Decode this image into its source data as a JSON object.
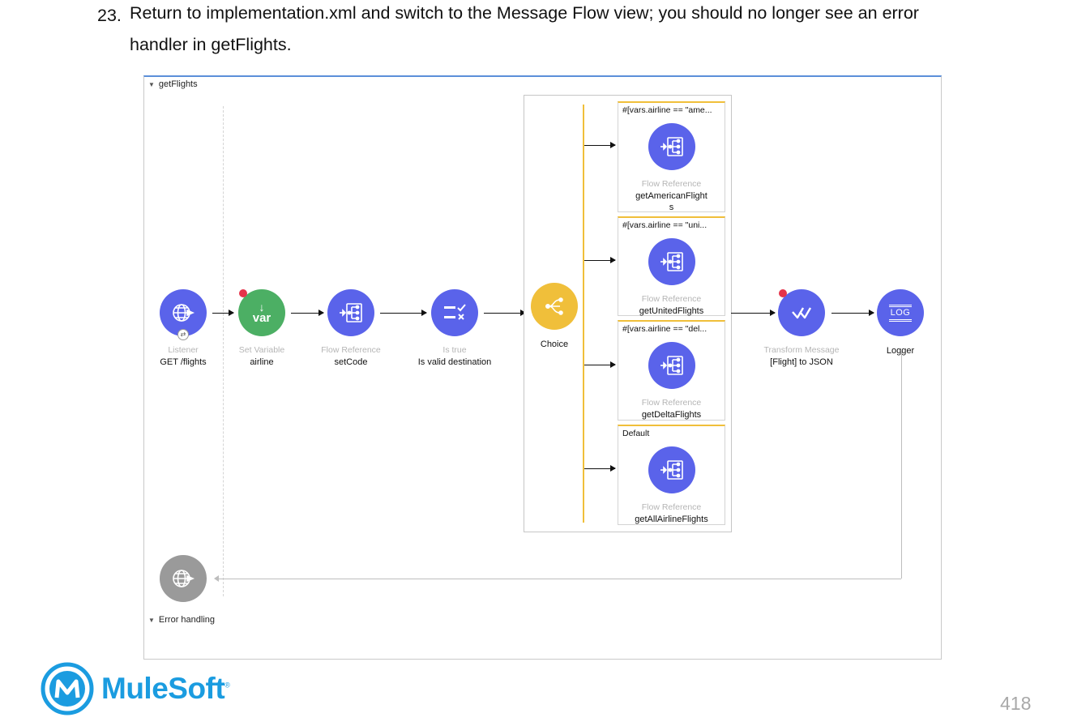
{
  "step": {
    "number": "23.",
    "line1": "Return to implementation.xml and switch to the Message Flow view; you should no longer see an error",
    "line2": "handler in getFlights."
  },
  "flow": {
    "name": "getFlights",
    "error_handling_label": "Error handling",
    "nodes": [
      {
        "type": "Listener",
        "name": "GET /flights",
        "icon": "globe-icon",
        "color": "#5a63ea"
      },
      {
        "type": "Set Variable",
        "name": "airline",
        "icon": "var-icon",
        "icon_text": "var",
        "color": "#4caf64"
      },
      {
        "type": "Flow Reference",
        "name": "setCode",
        "icon": "flow-reference-icon",
        "color": "#5a63ea"
      },
      {
        "type": "Is true",
        "name": "Is valid destination",
        "icon": "validation-icon",
        "color": "#5a63ea"
      },
      {
        "type": "",
        "name": "Choice",
        "icon": "choice-icon",
        "color": "#f0bf3a"
      },
      {
        "type": "Transform Message",
        "name": "[Flight] to JSON",
        "icon": "transform-icon",
        "color": "#5a63ea"
      },
      {
        "type": "",
        "name": "Logger",
        "icon": "logger-icon",
        "icon_text": "LOG",
        "color": "#5a63ea"
      }
    ],
    "routes": [
      {
        "condition": "#[vars.airline == \"ame...",
        "type": "Flow Reference",
        "name": "getAmericanFlight\ns"
      },
      {
        "condition": "#[vars.airline == \"uni...",
        "type": "Flow Reference",
        "name": "getUnitedFlights"
      },
      {
        "condition": "#[vars.airline == \"del...",
        "type": "Flow Reference",
        "name": "getDeltaFlights"
      },
      {
        "condition": "Default",
        "type": "Flow Reference",
        "name": "getAllAirlineFlights"
      }
    ]
  },
  "logo": {
    "text": "MuleSoft",
    "mark": "®"
  },
  "page_number": "418"
}
